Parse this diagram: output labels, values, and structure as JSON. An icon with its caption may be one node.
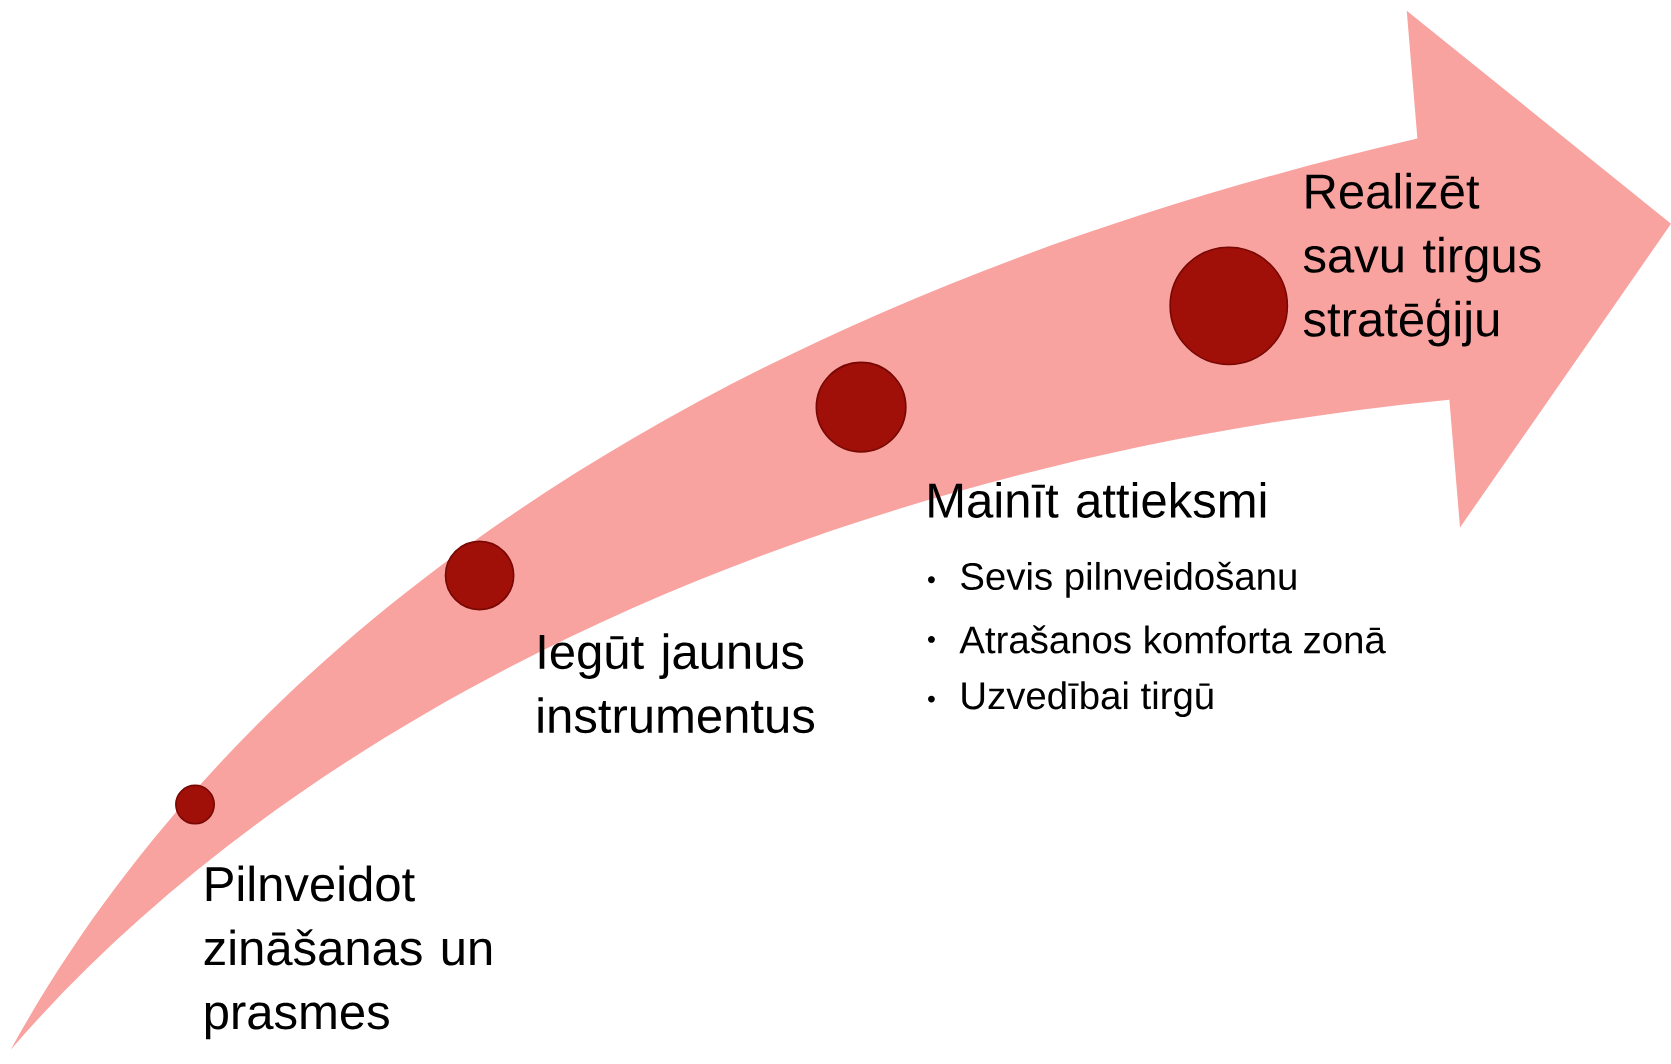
{
  "diagram": {
    "nodes": [
      {
        "text": [],
        "shape": "circle"
      },
      {
        "text": [],
        "shape": "circle"
      },
      {
        "text": [],
        "shape": "circle"
      },
      {
        "text": [],
        "shape": "circle"
      }
    ],
    "labels": [
      "Pilnveidot zināšanas un prasmes",
      "Iegūt jaunus instrumentus",
      "Mainīt attieksmi",
      "Sevis pilnveidošanu",
      "Atrašanos komforta zonā",
      "Uzvedībai tirgū",
      "Realizēt savu tirgus stratēģiju"
    ]
  }
}
